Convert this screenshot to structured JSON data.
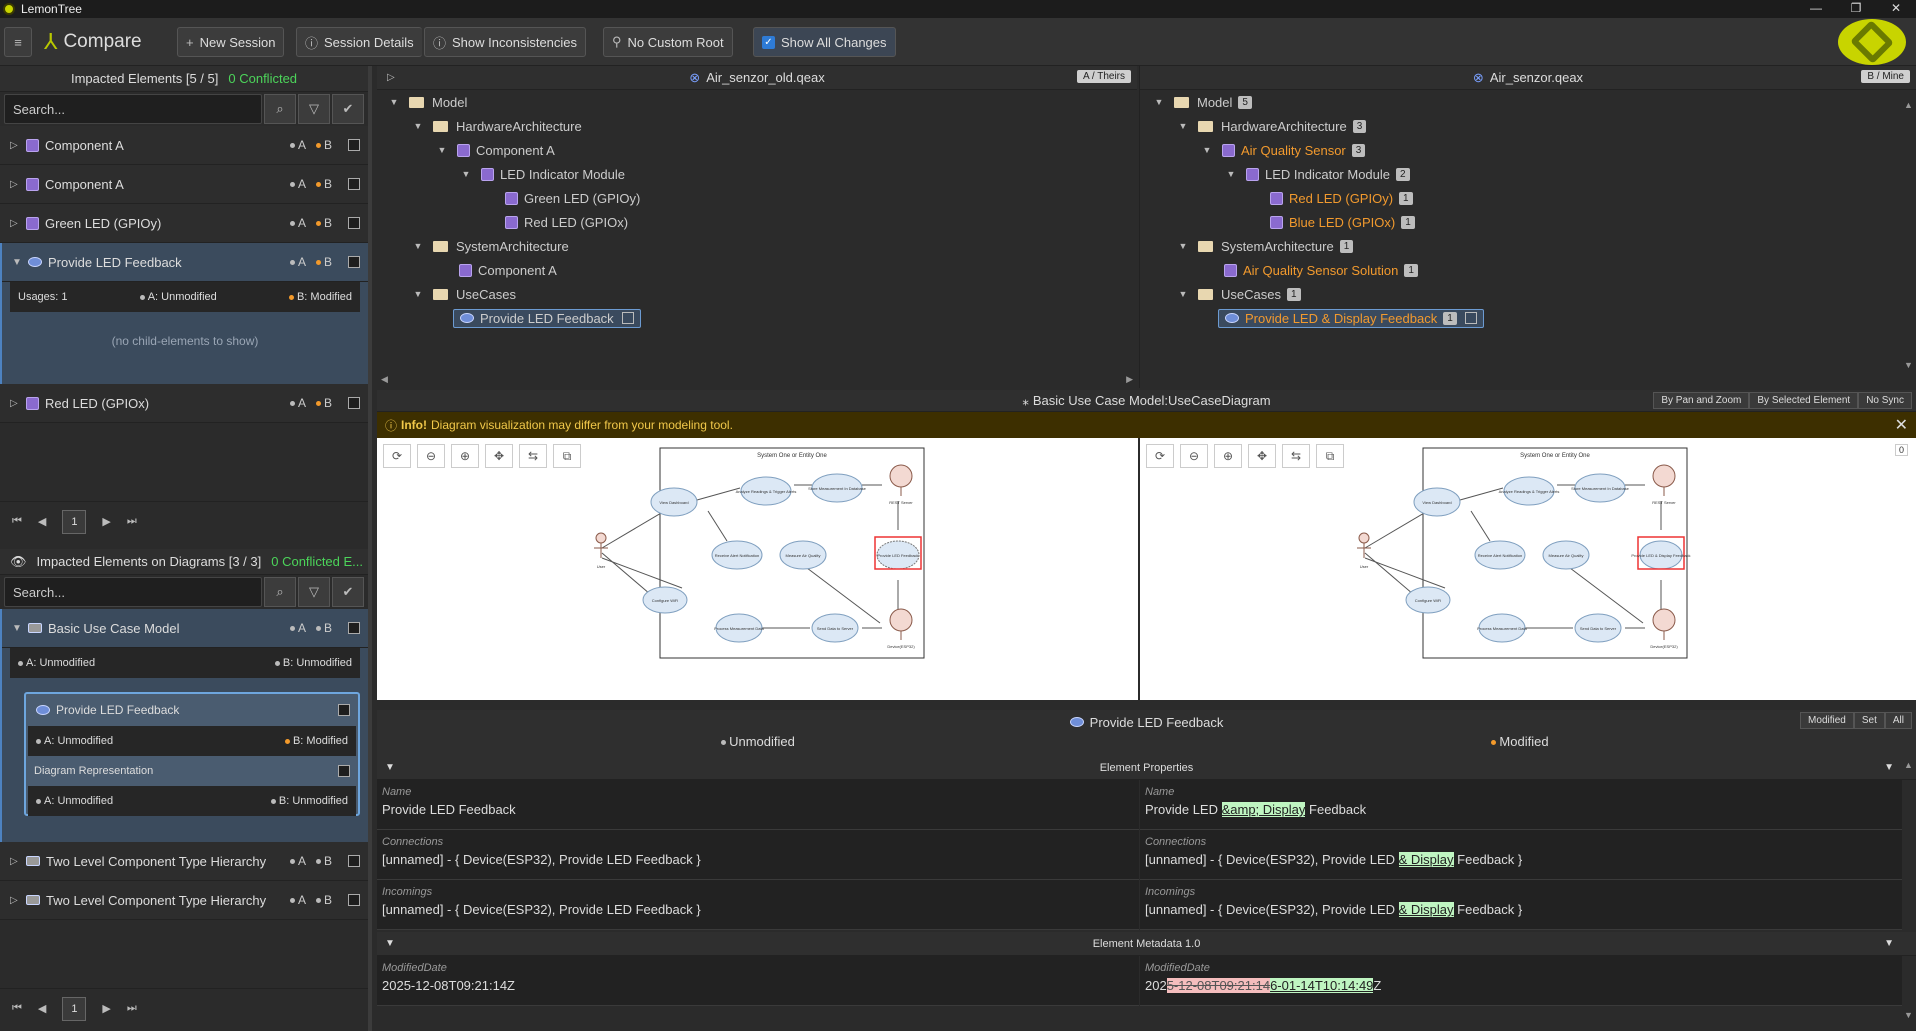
{
  "app": {
    "title": "LemonTree",
    "name": "Compare"
  },
  "toolbar": {
    "new_session": "New Session",
    "session_details": "Session Details",
    "show_inconsistencies": "Show Inconsistencies",
    "no_custom_root": "No Custom Root",
    "show_all_changes": "Show All Changes"
  },
  "impacted": {
    "title": "Impacted Elements [5 / 5]",
    "conflicted": "0 Conflicted",
    "search_placeholder": "Search...",
    "items": [
      {
        "label": "Component A",
        "a": "A",
        "b": "B"
      },
      {
        "label": "Component A",
        "a": "A",
        "b": "B"
      },
      {
        "label": "Green LED (GPIOy)",
        "a": "A",
        "b": "B"
      },
      {
        "label": "Provide LED Feedback",
        "a": "A",
        "b": "B"
      },
      {
        "label": "Red LED (GPIOx)",
        "a": "A",
        "b": "B"
      }
    ],
    "usages": "Usages: 1",
    "usage_a": "A: Unmodified",
    "usage_b": "B: Modified",
    "no_children": "(no child-elements to show)",
    "page": "1"
  },
  "diagrams": {
    "title": "Impacted Elements on Diagrams [3 / 3]",
    "conflicted": "0 Conflicted E...",
    "search_placeholder": "Search...",
    "model": "Basic Use Case Model",
    "model_a": "A: Unmodified",
    "model_b": "B: Unmodified",
    "child": "Provide LED Feedback",
    "child_a": "A: Unmodified",
    "child_b": "B: Modified",
    "rep": "Diagram Representation",
    "rep_a": "A: Unmodified",
    "rep_b": "B: Unmodified",
    "items": [
      "Two Level Component Type Hierarchy",
      "Two Level Component Type Hierarchy"
    ],
    "a": "A",
    "b": "B",
    "page": "1"
  },
  "treeA": {
    "file": "Air_senzor_old.qeax",
    "tag": "A / Theirs",
    "nodes": [
      "Model",
      "HardwareArchitecture",
      "Component A",
      "LED Indicator Module",
      "Green LED (GPIOy)",
      "Red LED (GPIOx)",
      "SystemArchitecture",
      "Component A",
      "UseCases",
      "Provide LED Feedback"
    ]
  },
  "treeB": {
    "file": "Air_senzor.qeax",
    "tag": "B / Mine",
    "nodes": [
      "Model",
      "HardwareArchitecture",
      "Air Quality Sensor",
      "LED Indicator Module",
      "Red LED (GPIOy)",
      "Blue LED (GPIOx)",
      "SystemArchitecture",
      "Air Quality Sensor Solution",
      "UseCases",
      "Provide LED & Display Feedback"
    ],
    "counts": [
      "5",
      "3",
      "3",
      "2",
      "1",
      "1",
      "1",
      "1",
      "1",
      "1"
    ]
  },
  "diagram": {
    "title": "Basic Use Case Model:UseCaseDiagram",
    "sync_pan": "By Pan and Zoom",
    "sync_sel": "By Selected Element",
    "sync_none": "No Sync",
    "info_bold": "Info!",
    "info_text": "Diagram visualization may differ from your modeling tool.",
    "badge": "0",
    "system": "System One or Entity One",
    "uc": [
      "View Dashboard",
      "Analyze Readings & Trigger Alerts",
      "Store Measurement In Database",
      "Receive Alert Notification",
      "Measure Air Quality",
      "Configure WiFi",
      "Process Measurement Data",
      "Send Data to Server"
    ],
    "uc_a": "Provide LED Feedback",
    "uc_b": "Provide LED & Display Feedback",
    "actors": [
      "User",
      "REST Server",
      "Device(ESP32)"
    ]
  },
  "props": {
    "element": "Provide LED Feedback",
    "unmodified": "Unmodified",
    "modified": "Modified",
    "filter": [
      "Modified",
      "Set",
      "All"
    ],
    "section1": "Element Properties",
    "section2": "Element Metadata 1.0",
    "name_label": "Name",
    "name_a": "Provide LED Feedback",
    "name_b_pre": "Provide LED ",
    "name_b_ins": "&amp; Display",
    "name_b_post": " Feedback",
    "conn_label": "Connections",
    "conn_a": "[unnamed] - { Device(ESP32), Provide LED Feedback }",
    "conn_b_pre": "[unnamed] - { Device(ESP32), Provide LED ",
    "conn_b_ins": "& Display",
    "conn_b_post": " Feedback }",
    "inc_label": "Incomings",
    "inc_a": "[unnamed] - { Device(ESP32), Provide LED Feedback }",
    "inc_b_pre": "[unnamed] - { Device(ESP32), Provide LED ",
    "inc_b_ins": "& Display",
    "inc_b_post": " Feedback }",
    "date_label": "ModifiedDate",
    "date_a": "2025-12-08T09:21:14Z",
    "date_b_pre": "202",
    "date_b_del": "5-12-08T09:21:14",
    "date_b_ins": "6-01-14T10:14:49",
    "date_b_post": "Z"
  }
}
